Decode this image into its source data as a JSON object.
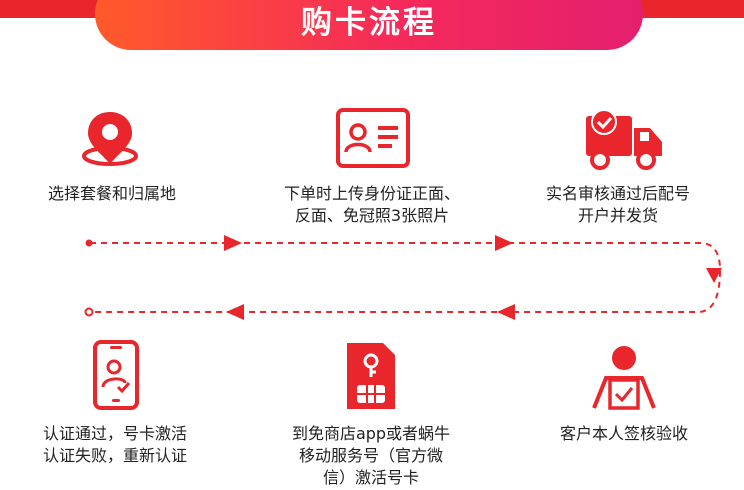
{
  "header": {
    "title": "购卡流程"
  },
  "steps": [
    {
      "icon": "location-pin-icon",
      "lines": [
        "选择套餐和归属地"
      ]
    },
    {
      "icon": "id-card-icon",
      "lines": [
        "下单时上传身份证正面、",
        "反面、免冠照3张照片"
      ]
    },
    {
      "icon": "delivery-truck-icon",
      "lines": [
        "实名审核通过后配号",
        "开户并发货"
      ]
    },
    {
      "icon": "person-checklist-icon",
      "lines": [
        "客户本人签核验收"
      ]
    },
    {
      "icon": "sim-card-key-icon",
      "lines": [
        "到免商店app或者蜗牛",
        "移动服务号（官方微",
        "信）激活号卡"
      ]
    },
    {
      "icon": "phone-verify-icon",
      "lines": [
        "认证通过，号卡激活",
        "认证失败，重新认证"
      ]
    }
  ],
  "colors": {
    "accent": "#e8262b",
    "pill_start": "#ff5a2a",
    "pill_end": "#e41f6e"
  }
}
